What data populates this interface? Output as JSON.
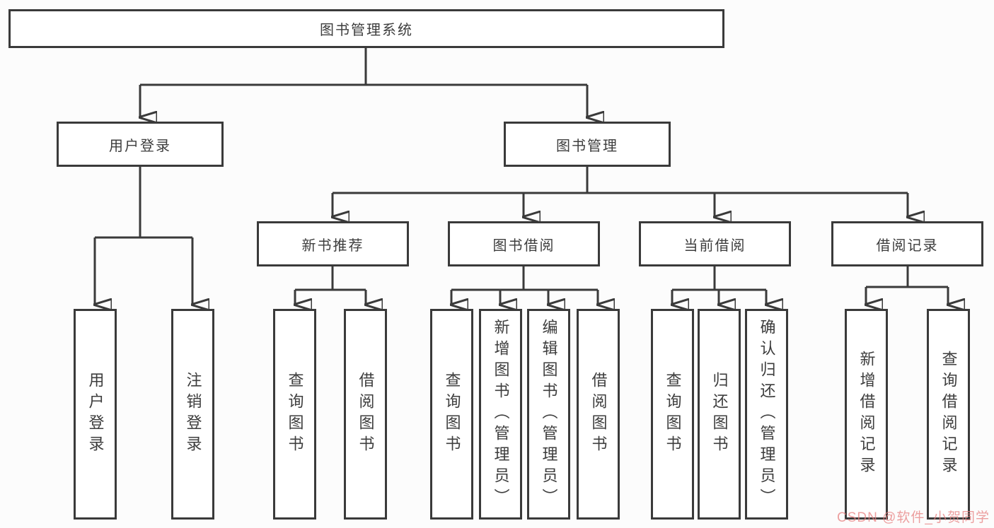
{
  "diagram": {
    "root": {
      "label": "图书管理系统"
    },
    "level2": [
      {
        "label": "用户登录"
      },
      {
        "label": "图书管理"
      }
    ],
    "level3": [
      {
        "label": "新书推荐"
      },
      {
        "label": "图书借阅"
      },
      {
        "label": "当前借阅"
      },
      {
        "label": "借阅记录"
      }
    ],
    "leaves": {
      "user_login": [
        "用户登录",
        "注销登录"
      ],
      "new_book": [
        "查询图书",
        "借阅图书"
      ],
      "borrow": [
        "查询图书",
        "新增图书（管理员）",
        "编辑图书（管理员）",
        "借阅图书"
      ],
      "current": [
        "查询图书",
        "归还图书",
        "确认归还（管理员）"
      ],
      "records": [
        "新增借阅记录",
        "查询借阅记录"
      ]
    }
  },
  "watermark": "CSDN @软件_小贺同学",
  "colors": {
    "line": "#3a3a3a",
    "text": "#3d3d3d",
    "box_fill": "#ffffff",
    "background": "#fcfcfc",
    "watermark": "#e78080"
  }
}
